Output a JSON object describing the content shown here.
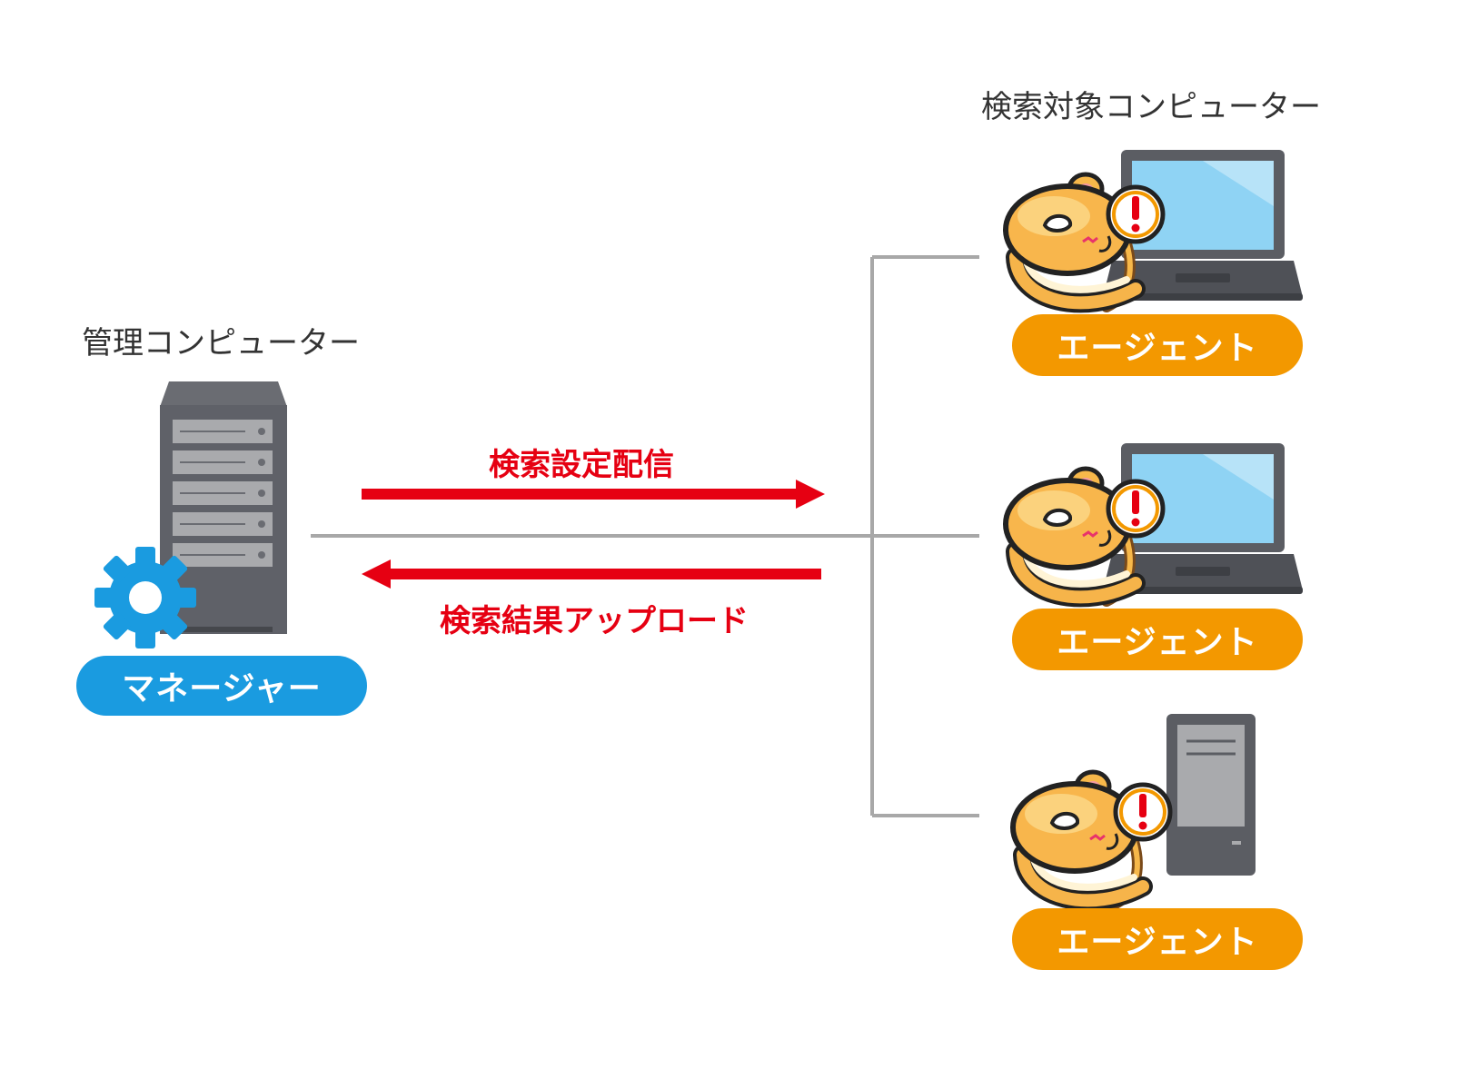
{
  "manager_section": {
    "title": "管理コンピューター",
    "badge_label": "マネージャー"
  },
  "targets_section": {
    "title": "検索対象コンピューター",
    "agents": [
      {
        "device": "laptop",
        "badge_label": "エージェント"
      },
      {
        "device": "laptop",
        "badge_label": "エージェント"
      },
      {
        "device": "desktop-tower",
        "badge_label": "エージェント"
      }
    ]
  },
  "flows": {
    "distribute_label": "検索設定配信",
    "upload_label": "検索結果アップロード"
  },
  "colors": {
    "arrow": "#e60012",
    "manager_badge": "#1a9be0",
    "agent_badge": "#f39800",
    "connector": "#a8a8a8",
    "server_body": "#5f6168",
    "screen": "#8fd3f4"
  },
  "icons": {
    "server": "server-rack-icon",
    "gear": "gear-icon",
    "laptop": "laptop-icon",
    "tower": "desktop-tower-icon",
    "mascot": "hamster-magnifier-mascot"
  }
}
